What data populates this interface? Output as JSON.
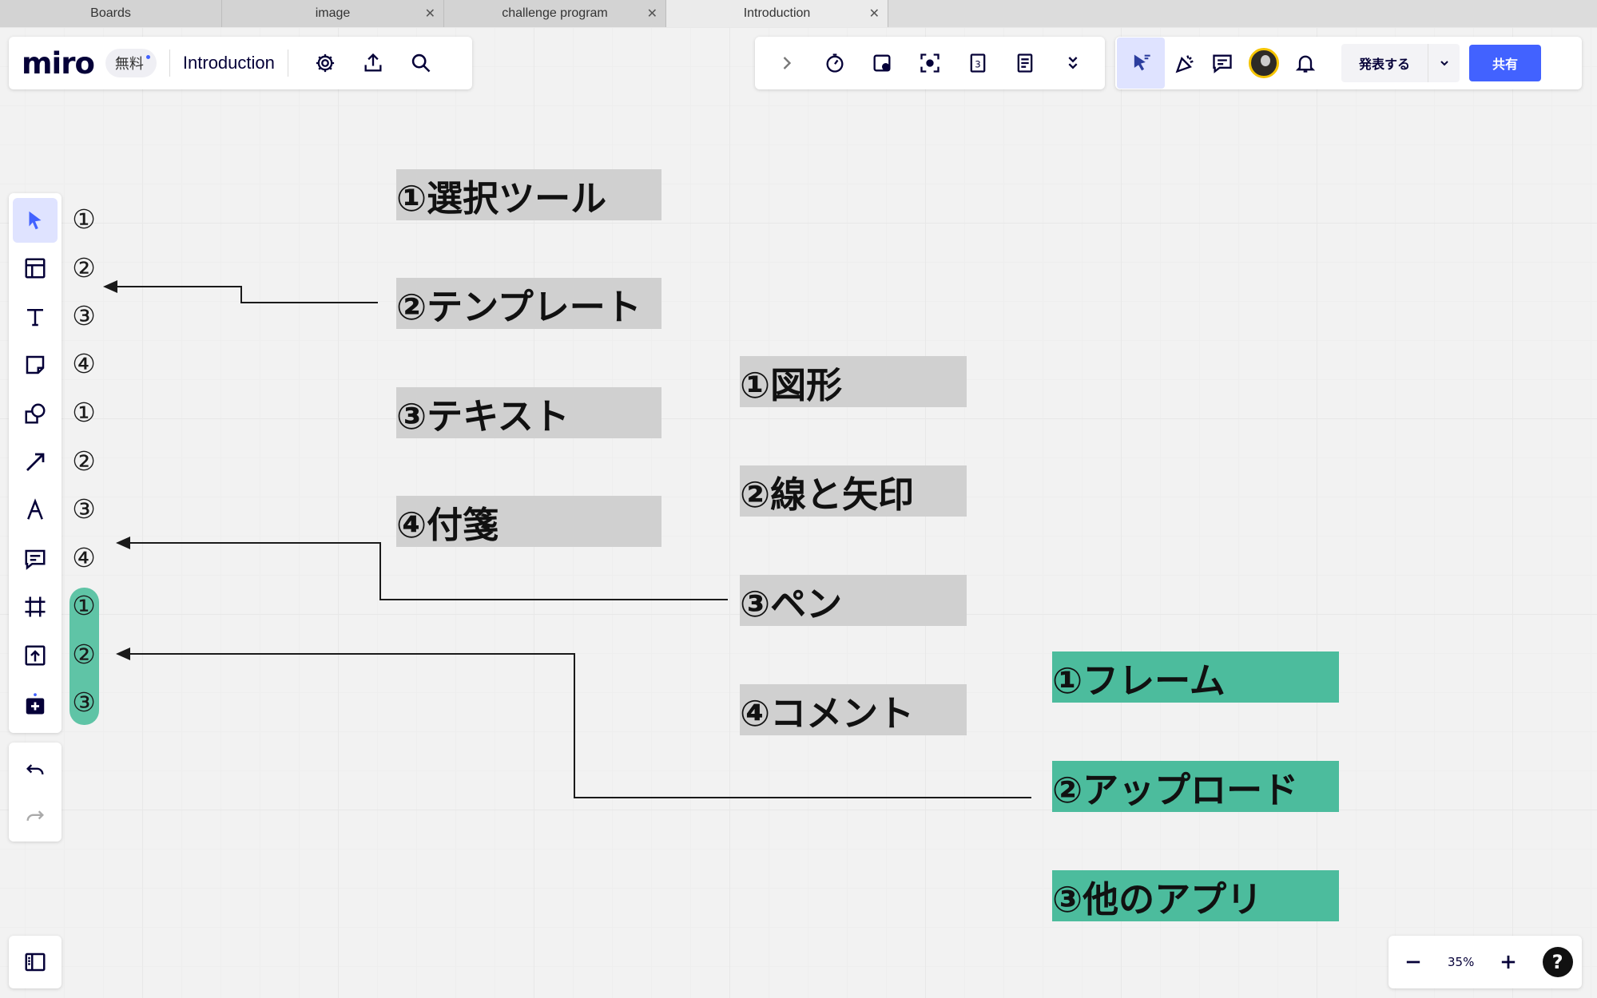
{
  "browser_tabs": [
    {
      "label": "Boards",
      "closable": false,
      "active": false
    },
    {
      "label": "image",
      "closable": true,
      "active": false
    },
    {
      "label": "challenge program",
      "closable": true,
      "active": false
    },
    {
      "label": "Introduction",
      "closable": true,
      "active": true
    }
  ],
  "header": {
    "logo": "miro",
    "plan_badge": "無料",
    "board_name": "Introduction"
  },
  "collab": {
    "present_label": "発表する",
    "share_label": "共有"
  },
  "tool_numbers": [
    "①",
    "②",
    "③",
    "④",
    "①",
    "②",
    "③",
    "④",
    "①",
    "②",
    "③"
  ],
  "labels_group1": [
    "①選択ツール",
    "②テンプレート",
    "③テキスト",
    "④付箋"
  ],
  "labels_group2": [
    "①図形",
    "②線と矢印",
    "③ペン",
    "④コメント"
  ],
  "labels_group3": [
    "①フレーム",
    "②アップロード",
    "③他のアプリ"
  ],
  "colors": {
    "accent": "#4262ff",
    "gray_label": "#d0d0d0",
    "green_label": "#4cbc9d",
    "green_highlight": "#5fc4a6"
  },
  "zoom": {
    "level": "35%",
    "help_symbol": "?"
  }
}
